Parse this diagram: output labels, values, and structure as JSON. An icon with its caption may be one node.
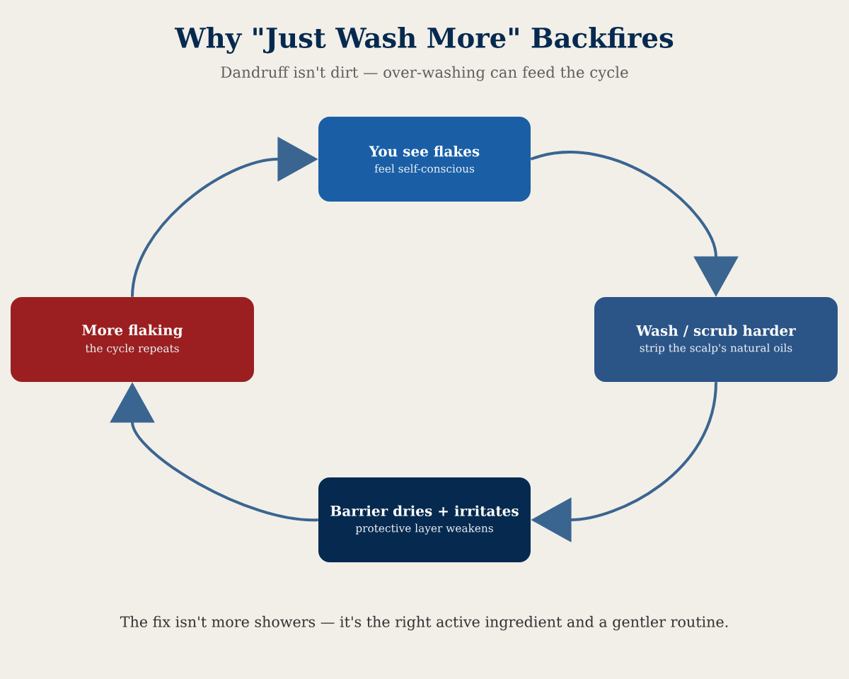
{
  "diagram": {
    "title": "Why \"Just Wash More\" Backfires",
    "caption": "The fix isn't more showers — it's the right active ingredient and a gentler routine.",
    "nodes": [
      {
        "text": [
          "You see flakes",
          "feel self-conscious"
        ]
      },
      {
        "text": [
          "Wash / scrub harder",
          "strip the scalp's natural oils"
        ]
      },
      {
        "text": [
          "Barrier dries + irritates",
          "protective layer weakens"
        ]
      },
      {
        "text": [
          "More flaking",
          "the cycle repeats"
        ]
      }
    ],
    "edges": [
      {
        "from": 0,
        "to": 1,
        "arrow": "to"
      },
      {
        "from": 1,
        "to": 2,
        "arrow": "to"
      },
      {
        "from": 2,
        "to": 3,
        "arrow": "to"
      },
      {
        "from": 3,
        "to": 0,
        "arrow": "to"
      }
    ],
    "labels": [
      "Dandruff isn't dirt — over-washing can feed the cycle"
    ]
  }
}
